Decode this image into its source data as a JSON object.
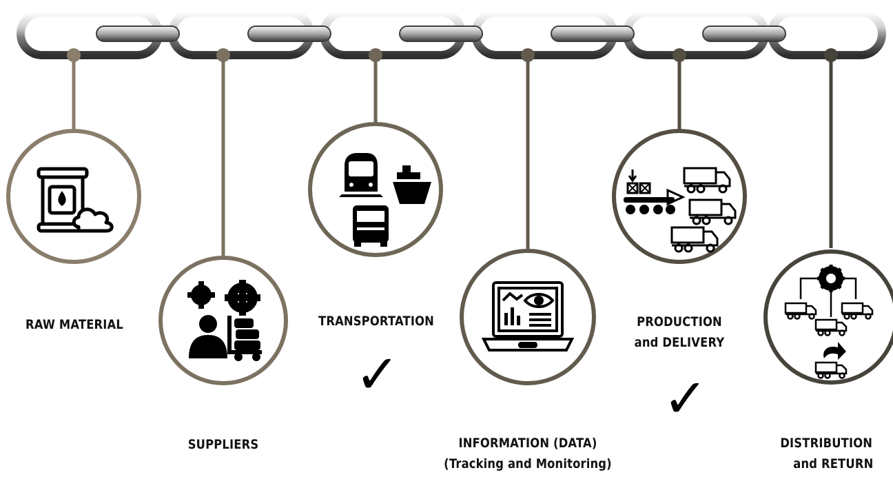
{
  "stages": [
    {
      "id": "raw-material",
      "label_lines": [
        "RAW MATERIAL"
      ],
      "icon": "oil-barrel-icon",
      "checked": false
    },
    {
      "id": "suppliers",
      "label_lines": [
        "SUPPLIERS"
      ],
      "icon": "supplier-worker-gears-icon",
      "checked": false
    },
    {
      "id": "transportation",
      "label_lines": [
        "TRANSPORTATION"
      ],
      "icon": "train-ship-truck-icon",
      "checked": true
    },
    {
      "id": "information",
      "label_lines": [
        "INFORMATION (DATA)",
        "(Tracking and Monitoring)"
      ],
      "icon": "laptop-analytics-icon",
      "checked": false
    },
    {
      "id": "production-delivery",
      "label_lines": [
        "PRODUCTION",
        "and DELIVERY"
      ],
      "icon": "conveyor-trucks-icon",
      "checked": true
    },
    {
      "id": "distribution-return",
      "label_lines": [
        "DISTRIBUTION",
        "and RETURN"
      ],
      "icon": "distribution-return-trucks-icon",
      "checked": false
    }
  ],
  "check_mark": "✓",
  "colors": {
    "rope": [
      "#8a7d6b",
      "#7c7262",
      "#6e6656",
      "#625b4d",
      "#544f42",
      "#46443a"
    ],
    "chain_light": "#f2f2f2",
    "chain_dark": "#4a4a4a",
    "icon": "#000000"
  }
}
